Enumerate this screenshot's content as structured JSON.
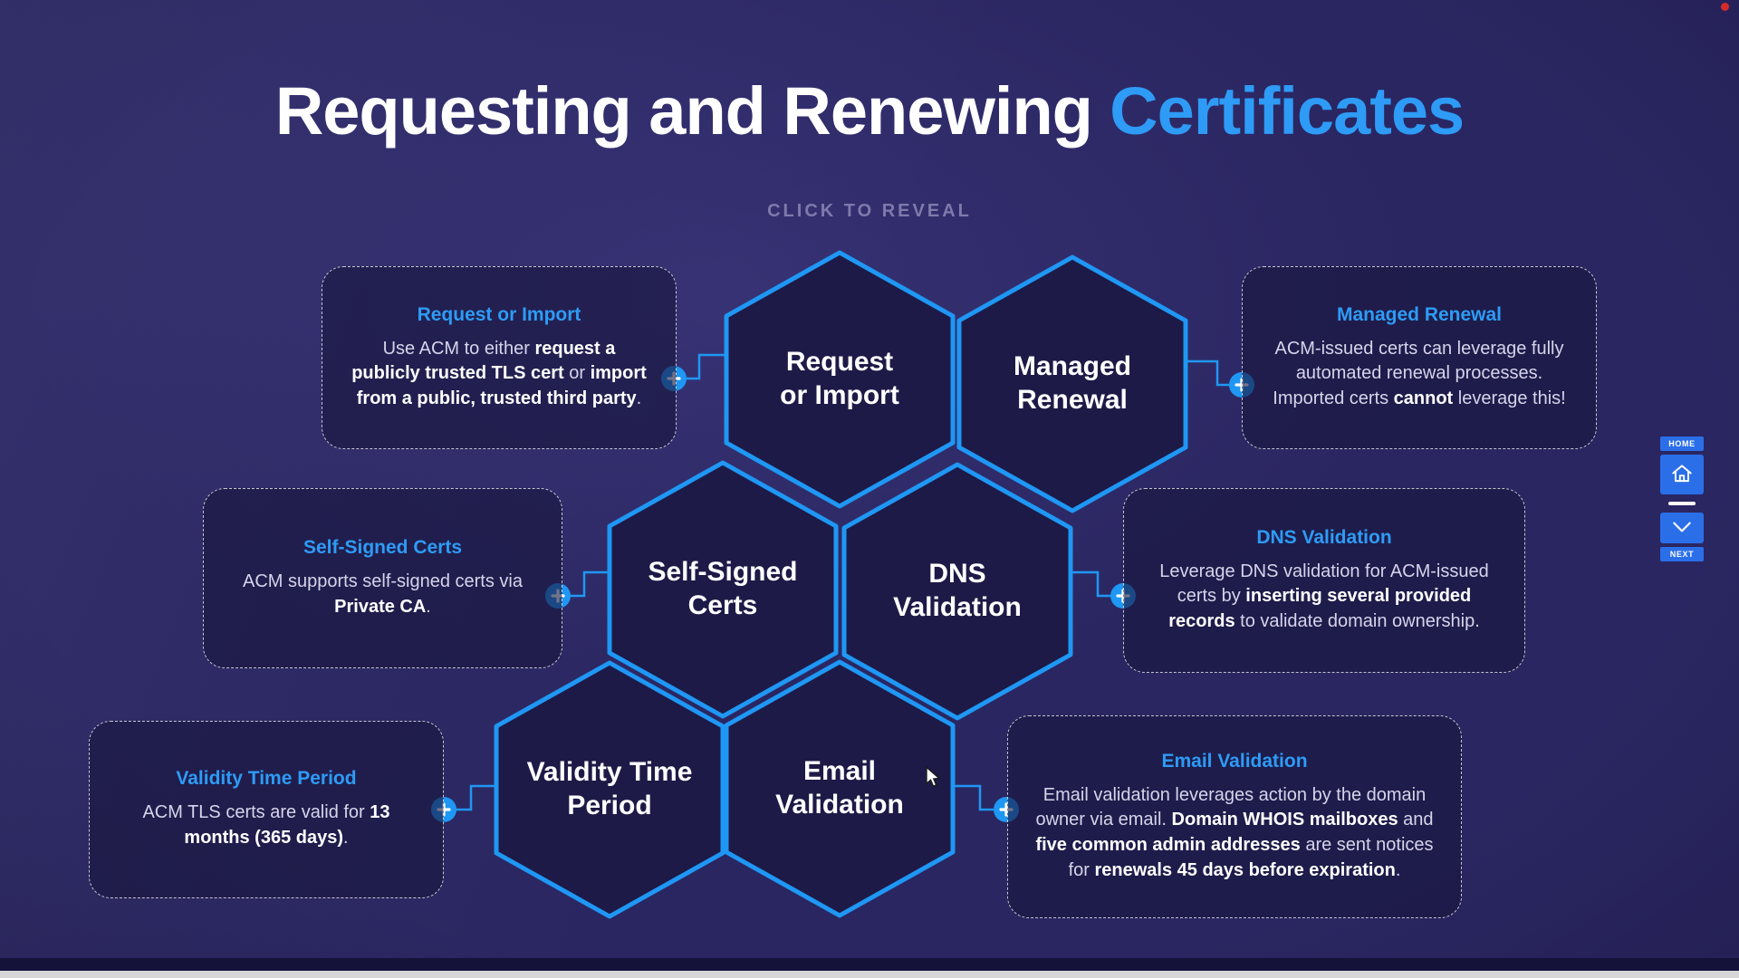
{
  "page": {
    "title": {
      "prefix": "Requesting and Renewing",
      "accent": "Certificates"
    },
    "subtitle": "CLICK TO REVEAL"
  },
  "items": [
    {
      "id": "request-or-import",
      "hex_label": "Request\nor Import",
      "callout": {
        "title": "Request or Import",
        "segments": [
          {
            "t": "Use ACM to either ",
            "b": false
          },
          {
            "t": "request a publicly trusted TLS cert",
            "b": true
          },
          {
            "t": " or ",
            "b": false
          },
          {
            "t": "import from a public, trusted third party",
            "b": true
          },
          {
            "t": ".",
            "b": false
          }
        ]
      }
    },
    {
      "id": "managed-renewal",
      "hex_label": "Managed\nRenewal",
      "callout": {
        "title": "Managed Renewal",
        "segments": [
          {
            "t": "ACM-issued certs can leverage fully automated renewal processes. Imported certs ",
            "b": false
          },
          {
            "t": "cannot",
            "b": true
          },
          {
            "t": " leverage this!",
            "b": false
          }
        ]
      }
    },
    {
      "id": "self-signed-certs",
      "hex_label": "Self-Signed\nCerts",
      "callout": {
        "title": "Self-Signed Certs",
        "segments": [
          {
            "t": "ACM supports self-signed certs via ",
            "b": false
          },
          {
            "t": "Private CA",
            "b": true
          },
          {
            "t": ".",
            "b": false
          }
        ]
      }
    },
    {
      "id": "dns-validation",
      "hex_label": "DNS\nValidation",
      "callout": {
        "title": "DNS Validation",
        "segments": [
          {
            "t": "Leverage DNS validation for ACM-issued certs by ",
            "b": false
          },
          {
            "t": "inserting several provided records",
            "b": true
          },
          {
            "t": " to validate domain ownership.",
            "b": false
          }
        ]
      }
    },
    {
      "id": "validity-time-period",
      "hex_label": "Validity Time\nPeriod",
      "callout": {
        "title": "Validity Time Period",
        "segments": [
          {
            "t": "ACM TLS certs are valid for ",
            "b": false
          },
          {
            "t": "13 months (365 days)",
            "b": true
          },
          {
            "t": ".",
            "b": false
          }
        ]
      }
    },
    {
      "id": "email-validation",
      "hex_label": "Email\nValidation",
      "callout": {
        "title": "Email Validation",
        "segments": [
          {
            "t": "Email validation leverages action by the domain owner via email. ",
            "b": false
          },
          {
            "t": "Domain WHOIS mailboxes",
            "b": true
          },
          {
            "t": " and ",
            "b": false
          },
          {
            "t": "five common admin addresses",
            "b": true
          },
          {
            "t": " are sent notices for ",
            "b": false
          },
          {
            "t": "renewals 45 days before expiration",
            "b": true
          },
          {
            "t": ".",
            "b": false
          }
        ]
      }
    }
  ],
  "nav": {
    "home": "HOME",
    "next": "NEXT"
  },
  "colors": {
    "accent_blue": "#2e9bf6",
    "hex_stroke": "#1f97f4",
    "nav_blue": "#2a6fe8",
    "background": "#2a2661"
  }
}
